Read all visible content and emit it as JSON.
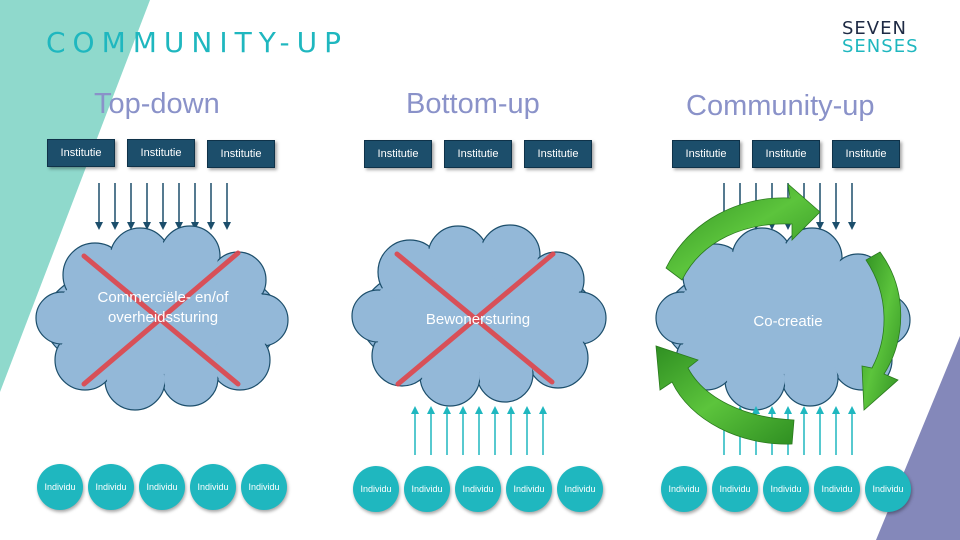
{
  "brand": "COMMUNITY-UP",
  "logo": {
    "line1": "SEVEN",
    "line2": "SENSES"
  },
  "columns": [
    {
      "title": "Top-down",
      "institutions": [
        "Institutie",
        "Institutie",
        "Institutie"
      ],
      "cloud_text": "Commerciële- en/of overheidssturing",
      "individuals": [
        "Individu",
        "Individu",
        "Individu",
        "Individu",
        "Individu"
      ]
    },
    {
      "title": "Bottom-up",
      "institutions": [
        "Institutie",
        "Institutie",
        "Institutie"
      ],
      "cloud_text": "Bewonersturing",
      "individuals": [
        "Individu",
        "Individu",
        "Individu",
        "Individu",
        "Individu"
      ]
    },
    {
      "title": "Community-up",
      "institutions": [
        "Institutie",
        "Institutie",
        "Institutie"
      ],
      "cloud_text": "Co-creatie",
      "individuals": [
        "Individu",
        "Individu",
        "Individu",
        "Individu",
        "Individu"
      ]
    }
  ],
  "colors": {
    "teal": "#1fb7bf",
    "navy": "#1c4e6b",
    "cloud": "#93b8d8",
    "cross": "#e0454b",
    "title": "#8a92c9",
    "green": "#3aa52c"
  }
}
